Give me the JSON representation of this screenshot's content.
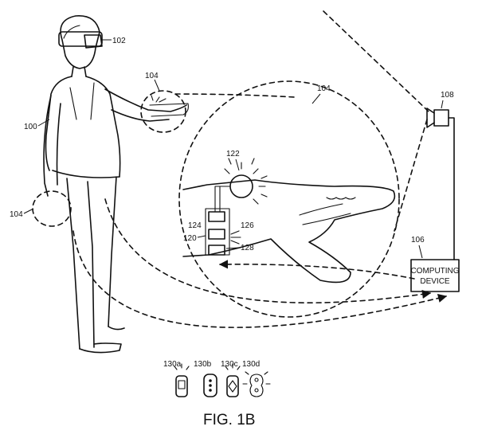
{
  "figure": {
    "caption": "FIG. 1B",
    "labels": {
      "user": "100",
      "hmd": "102",
      "glove_hand": "104",
      "glove_left": "104",
      "glove_zoom": "104",
      "computing_device": "106",
      "camera": "108",
      "circuit": "120",
      "light": "122",
      "block_top": "124",
      "block_mid": "126",
      "block_bottom": "128",
      "variant_a": "130a",
      "variant_b": "130b",
      "variant_c": "130c",
      "variant_d": "130d"
    },
    "computing_box": {
      "line1": "COMPUTING",
      "line2": "DEVICE"
    }
  }
}
